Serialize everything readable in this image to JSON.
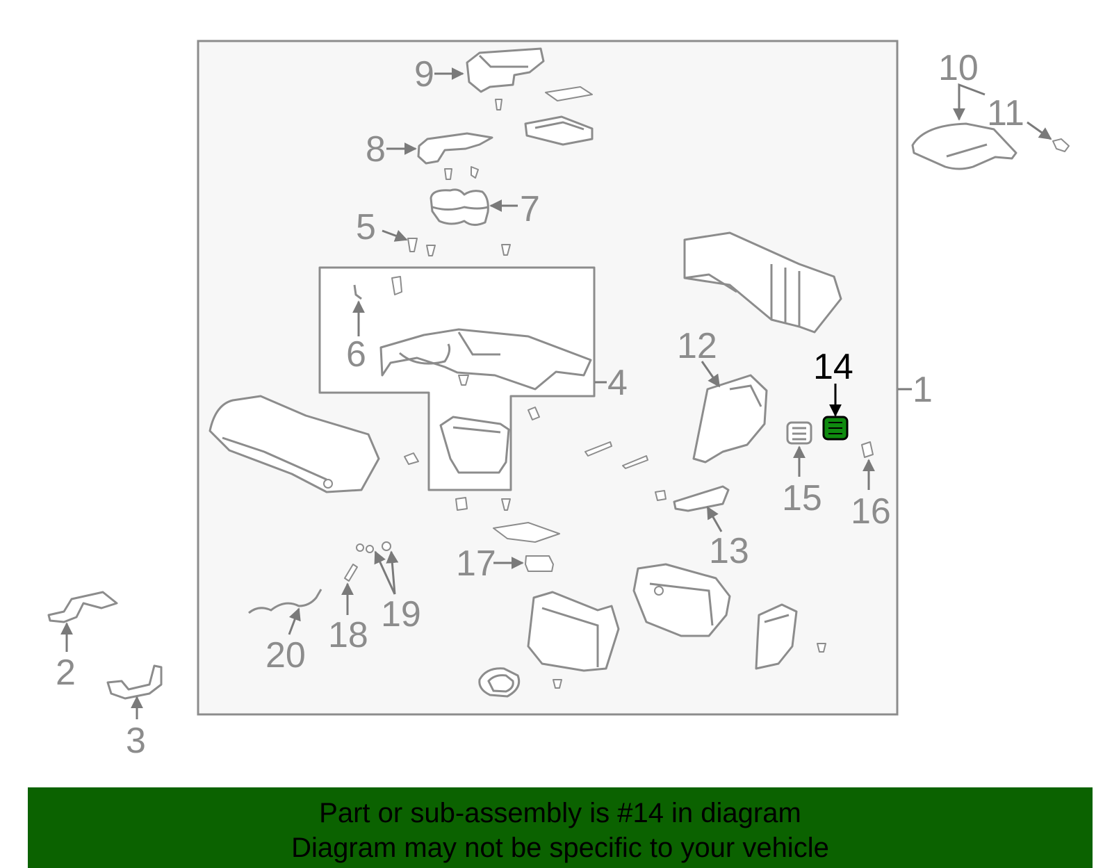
{
  "callouts": {
    "c1": "1",
    "c2": "2",
    "c3": "3",
    "c4": "4",
    "c5": "5",
    "c6": "6",
    "c7": "7",
    "c8": "8",
    "c9": "9",
    "c10": "10",
    "c11": "11",
    "c12": "12",
    "c13": "13",
    "c14": "14",
    "c15": "15",
    "c16": "16",
    "c17": "17",
    "c18": "18",
    "c19": "19",
    "c20": "20"
  },
  "highlight_part": "14",
  "colors": {
    "line_gray": "#8c8c8c",
    "highlight_green": "#0f8a0f",
    "banner_green": "#0b6200",
    "box_fill": "#f7f7f7"
  },
  "banner": {
    "line1": "Part or sub-assembly is #14 in diagram",
    "line2": "Diagram may not be specific to your vehicle"
  }
}
